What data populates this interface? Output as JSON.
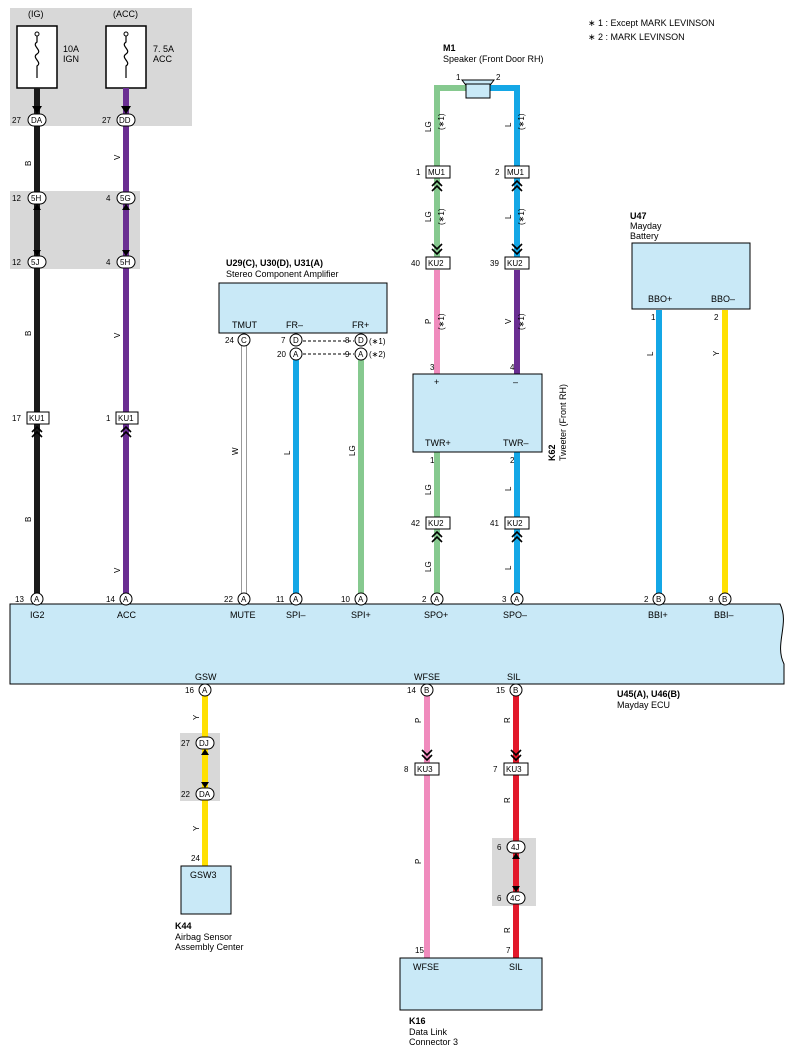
{
  "notes": {
    "n1": "∗ 1 : Except MARK LEVINSON",
    "n2": "∗ 2 : MARK LEVINSON"
  },
  "colors": {
    "black": "#1a1a1a",
    "violet": "#6a2e92",
    "blue": "#14a7e6",
    "green": "#86c98f",
    "pink": "#f08bbd",
    "yellow": "#ffe000",
    "red": "#e2182a",
    "white": "#ffffff",
    "box": "#c9e9f7",
    "shade": "#d8d8d8"
  },
  "fuses": {
    "ig": {
      "tag": "(IG)",
      "rating": "10A",
      "name": "IGN"
    },
    "acc": {
      "tag": "(ACC)",
      "rating": "7. 5A",
      "name": "ACC"
    }
  },
  "m1": {
    "id": "M1",
    "name": "Speaker (Front Door RH)",
    "pin1": "1",
    "pin2": "2"
  },
  "u47": {
    "id": "U47",
    "name1": "Mayday",
    "name2": "Battery",
    "bbo_plus": "BBO+",
    "bbo_minus": "BBO–",
    "p1": "1",
    "p2": "2"
  },
  "amp": {
    "id": "U29(C), U30(D), U31(A)",
    "name": "Stereo Component Amplifier",
    "tmut": "TMUT",
    "fr_minus": "FR–",
    "fr_plus": "FR+",
    "fn1": "(∗1)",
    "fn2": "(∗2)"
  },
  "k62": {
    "id": "K62",
    "name": "Tweeter (Front RH)",
    "plus": "+",
    "minus": "–",
    "twr_plus": "TWR+",
    "twr_minus": "TWR–"
  },
  "ecu": {
    "id": "U45(A), U46(B)",
    "name": "Mayday ECU",
    "pins_top": [
      "IG2",
      "ACC",
      "MUTE",
      "SPI–",
      "SPI+",
      "SPO+",
      "SPO–",
      "BBI+",
      "BBI–"
    ],
    "gsw": "GSW",
    "wfse": "WFSE",
    "sil": "SIL"
  },
  "k44": {
    "id": "K44",
    "name1": "Airbag Sensor",
    "name2": "Assembly Center",
    "pin": "GSW3"
  },
  "k16": {
    "id": "K16",
    "name1": "Data Link",
    "name2": "Connector 3",
    "wfse": "WFSE",
    "sil": "SIL"
  },
  "wire_labels": {
    "b": "B",
    "v": "V",
    "w": "W",
    "l": "L",
    "lg": "LG",
    "p": "P",
    "y": "Y",
    "r": "R",
    "n1": "(∗1)"
  },
  "pins": {
    "p27": "27",
    "p12": "12",
    "p4": "4",
    "p17": "17",
    "p1": "1",
    "p13": "13",
    "p14": "14",
    "p24": "24",
    "p7": "7",
    "p20": "20",
    "p8": "8",
    "p9": "9",
    "p22": "22",
    "p11": "11",
    "p10": "10",
    "p40": "40",
    "p39": "39",
    "p3": "3",
    "p2": "2",
    "p42": "42",
    "p41": "41",
    "p16": "16",
    "p15": "15",
    "p6": "6"
  },
  "connectors": {
    "DA": "DA",
    "DD": "DD",
    "5H": "5H",
    "5G": "5G",
    "5J": "5J",
    "KU1": "KU1",
    "MU1": "MU1",
    "KU2": "KU2",
    "KU3": "KU3",
    "DJ": "DJ",
    "4J": "4J",
    "4C": "4C",
    "A": "A",
    "B": "B",
    "C": "C",
    "D": "D"
  }
}
